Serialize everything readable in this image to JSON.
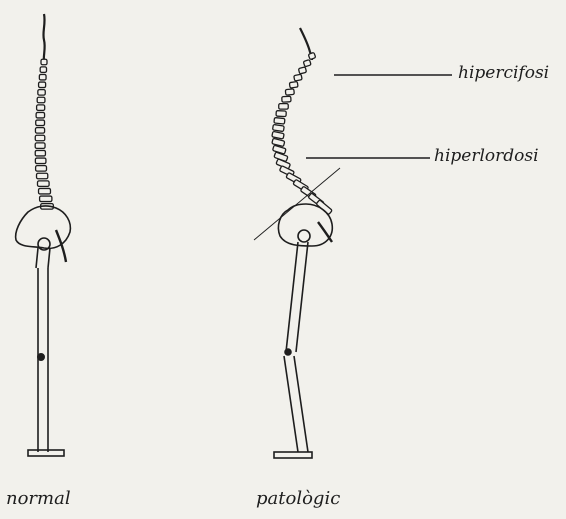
{
  "labels": {
    "hypercifosi": "hipercifosi",
    "hyperlordosi": "hiperlordosi"
  },
  "captions": {
    "left": "normal",
    "right": "patològic"
  },
  "colors": {
    "background": "#f2f1ec",
    "ink": "#1e1e1e"
  }
}
